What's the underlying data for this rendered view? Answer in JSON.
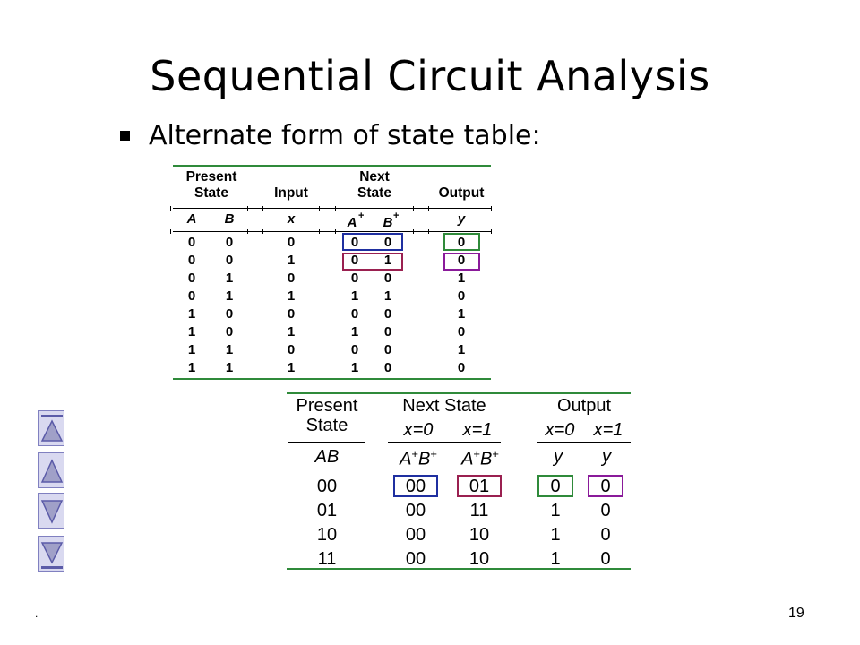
{
  "slide": {
    "title": "Sequential Circuit Analysis",
    "bullet": "Alternate form of state table:",
    "footer_dot": ".",
    "page_number": "19"
  },
  "table1": {
    "headers": {
      "present_l1": "Present",
      "present_l2": "State",
      "input": "Input",
      "next_l1": "Next",
      "next_l2": "State",
      "output": "Output"
    },
    "vars": {
      "a": "A",
      "b": "B",
      "x": "x",
      "ap": "A",
      "bp": "B",
      "plus": "+",
      "y": "y"
    },
    "rows": [
      [
        "0",
        "0",
        "0",
        "0",
        "0",
        "0"
      ],
      [
        "0",
        "0",
        "1",
        "0",
        "1",
        "0"
      ],
      [
        "0",
        "1",
        "0",
        "0",
        "0",
        "1"
      ],
      [
        "0",
        "1",
        "1",
        "1",
        "1",
        "0"
      ],
      [
        "1",
        "0",
        "0",
        "0",
        "0",
        "1"
      ],
      [
        "1",
        "0",
        "1",
        "1",
        "0",
        "0"
      ],
      [
        "1",
        "1",
        "0",
        "0",
        "0",
        "1"
      ],
      [
        "1",
        "1",
        "1",
        "1",
        "0",
        "0"
      ]
    ]
  },
  "table2": {
    "headers": {
      "present_l1": "Present",
      "present_l2": "State",
      "next_state": "Next State",
      "output": "Output",
      "x0": "x=0",
      "x1": "x=1",
      "ab": "AB",
      "apbp": "A+B+",
      "y": "y"
    },
    "rows": [
      [
        "00",
        "00",
        "01",
        "0",
        "0"
      ],
      [
        "01",
        "00",
        "11",
        "1",
        "0"
      ],
      [
        "10",
        "00",
        "10",
        "1",
        "0"
      ],
      [
        "11",
        "00",
        "10",
        "1",
        "0"
      ]
    ]
  },
  "colors": {
    "rule_green": "#2f8a3a",
    "highlight_blue": "#1f2fa0",
    "highlight_maroon": "#9a2050",
    "highlight_green": "#2f8a3a",
    "highlight_purple": "#8a1a9a",
    "nav_fill": "#d9d9f0",
    "nav_border": "#8080c0"
  },
  "nav_icons": [
    "first-slide-icon",
    "previous-slide-icon",
    "next-slide-icon",
    "last-slide-icon"
  ]
}
